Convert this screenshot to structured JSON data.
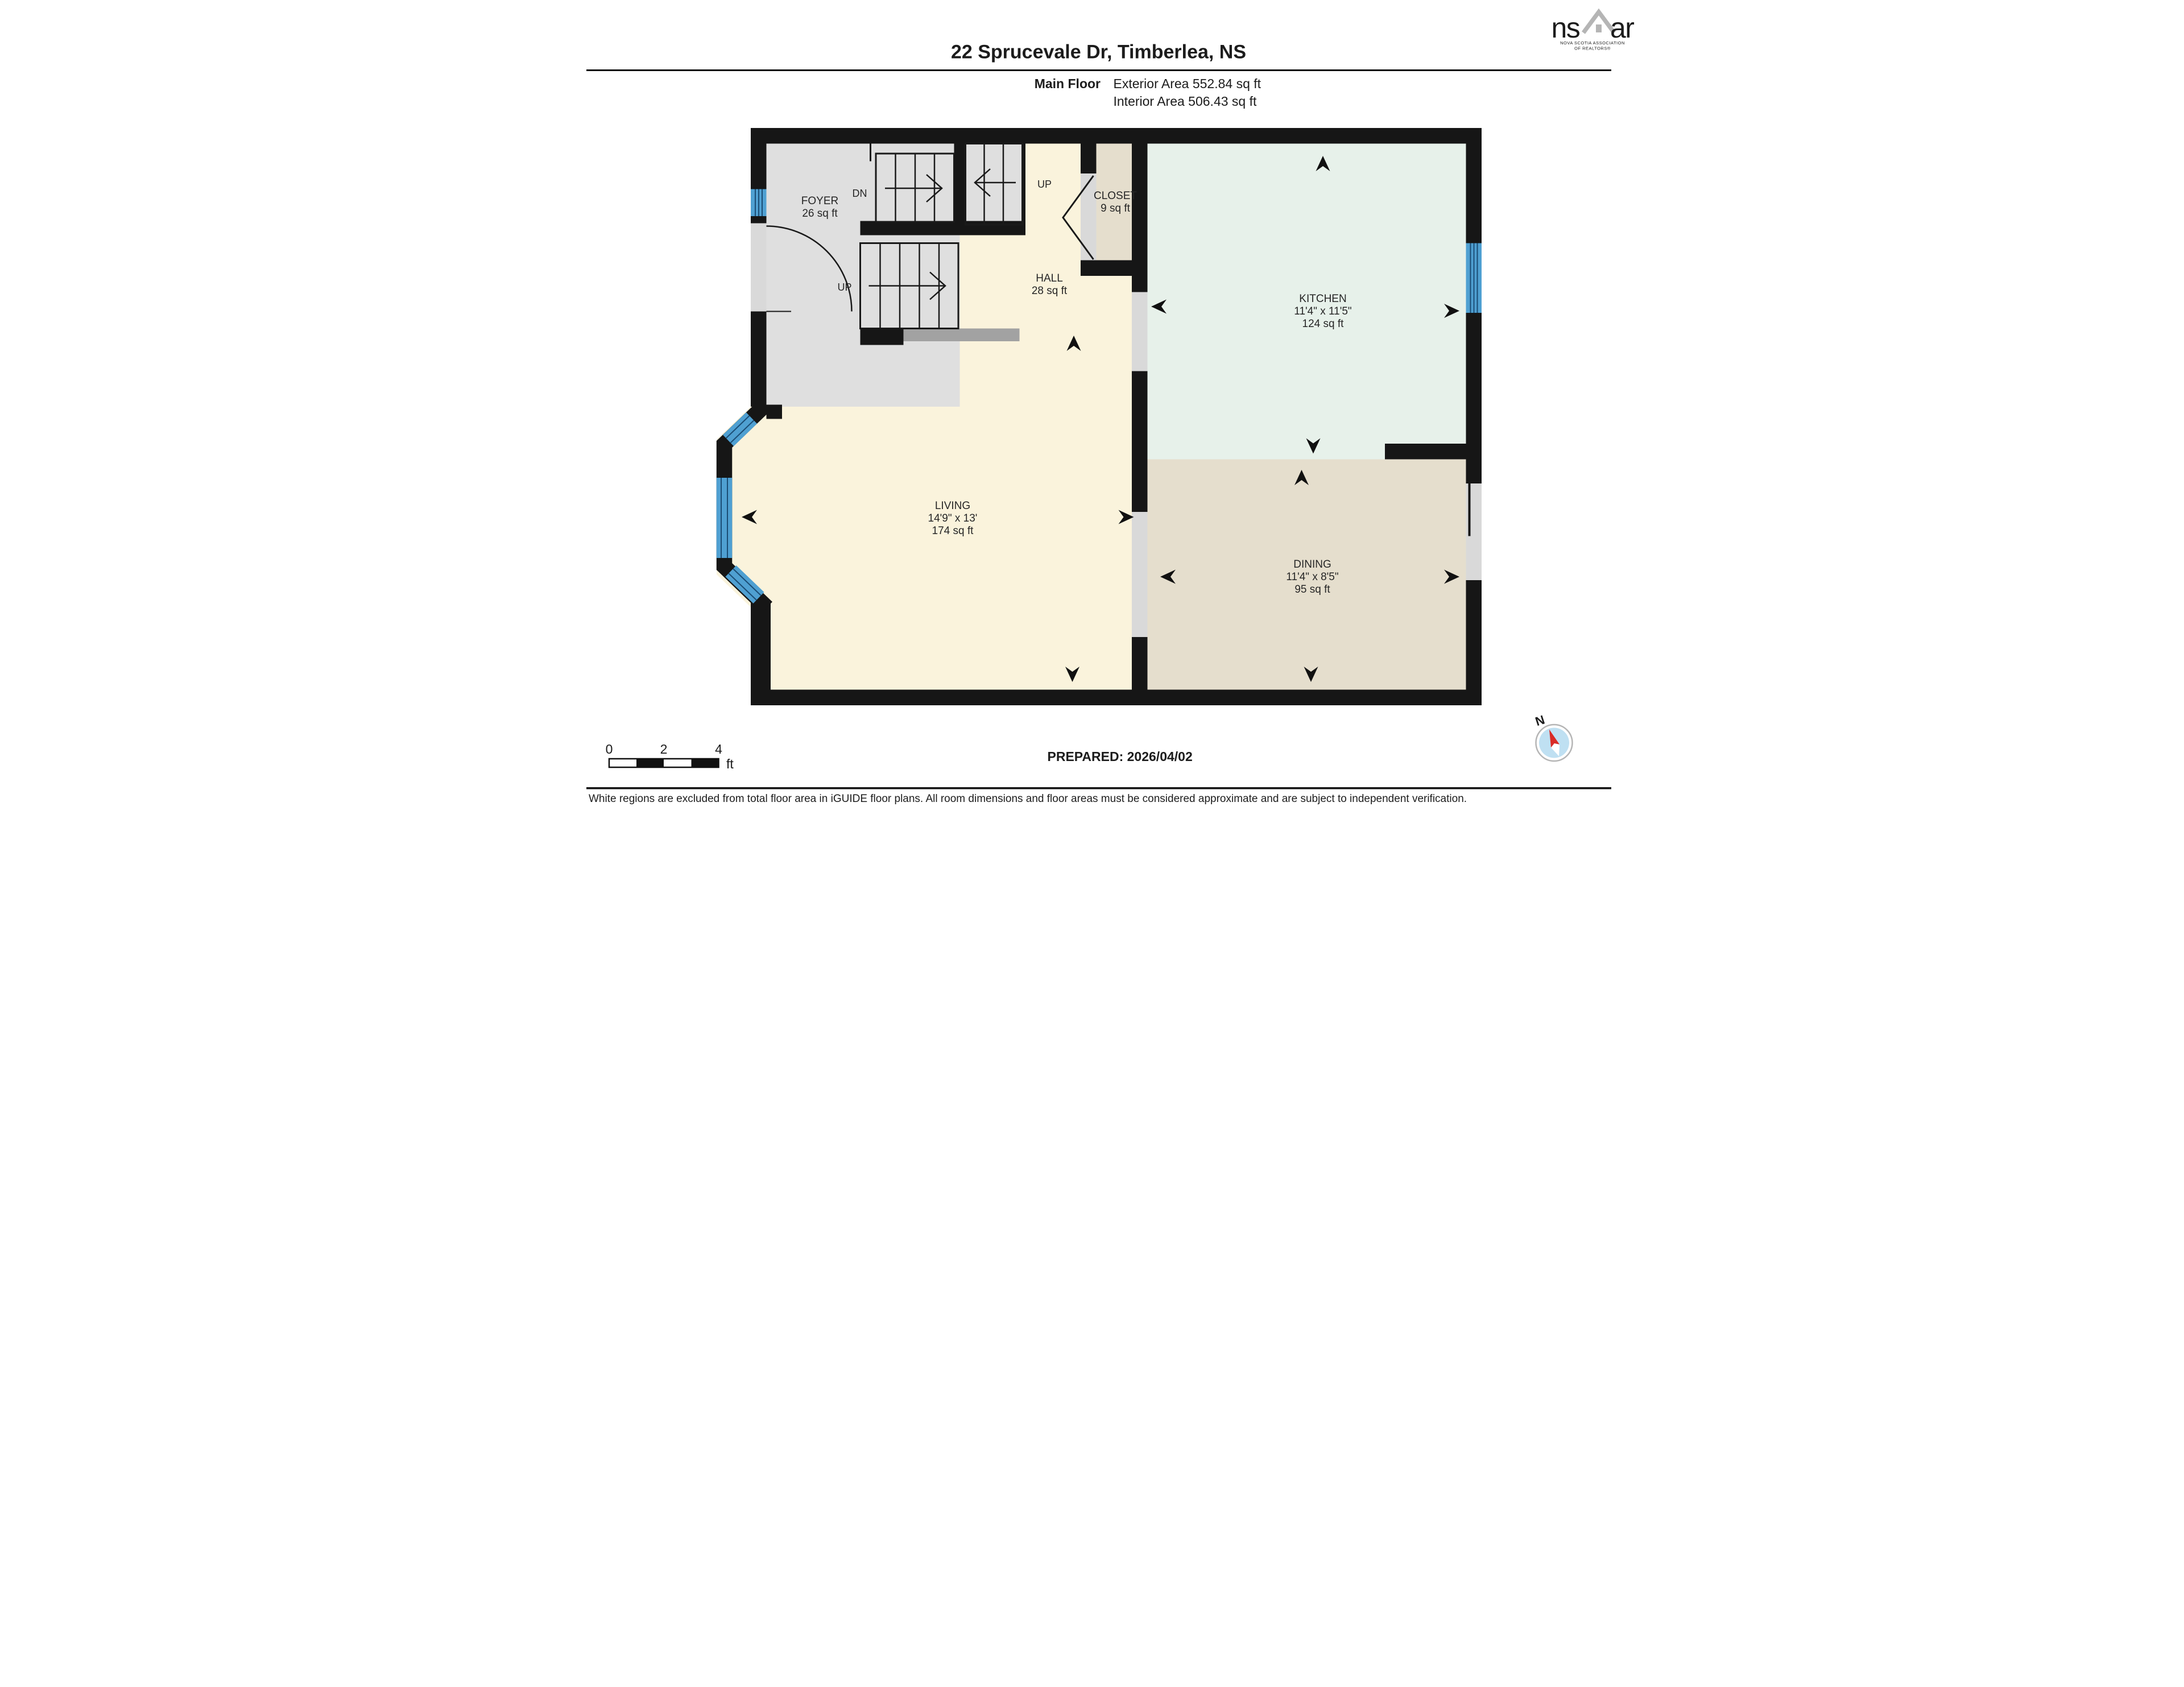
{
  "header": {
    "title": "22 Sprucevale Dr, Timberlea, NS",
    "floor_label": "Main Floor",
    "exterior_area": "Exterior Area 552.84 sq ft",
    "interior_area": "Interior Area 506.43 sq ft"
  },
  "logo": {
    "ns": "ns",
    "ar": "ar",
    "line1": "NOVA SCOTIA ASSOCIATION",
    "line2": "OF REALTORS®"
  },
  "rooms": {
    "foyer": {
      "name": "FOYER",
      "area": "26 sq ft"
    },
    "hall": {
      "name": "HALL",
      "area": "28 sq ft"
    },
    "closet": {
      "name": "CLOSET",
      "area": "9 sq ft"
    },
    "kitchen": {
      "name": "KITCHEN",
      "dims": "11'4\" x 11'5\"",
      "area": "124 sq ft"
    },
    "living": {
      "name": "LIVING",
      "dims": "14'9\" x 13'",
      "area": "174 sq ft"
    },
    "dining": {
      "name": "DINING",
      "dims": "11'4\" x 8'5\"",
      "area": "95 sq ft"
    }
  },
  "stairs": {
    "dn": "DN",
    "up_upper": "UP",
    "up_lower": "UP"
  },
  "scale_bar": {
    "zero": "0",
    "two": "2",
    "four": "4",
    "unit": "ft"
  },
  "compass": {
    "north": "N"
  },
  "footer": {
    "prepared": "PREPARED: 2026/04/02",
    "disclaimer": "White regions are excluded from total floor area in iGUIDE floor plans. All room dimensions and floor areas must be considered approximate and are subject to independent verification."
  },
  "colors": {
    "wall": "#161616",
    "living": "#faf3dc",
    "kitchen": "#e7f1ea",
    "dining": "#e5decd",
    "closet": "#e5decd",
    "foyer": "#dfdfdf",
    "opening": "#d9d9d9",
    "railing": "#a2a2a2",
    "window_blue": "#4fa0d2",
    "window_line": "#1b4d75",
    "compass_fill": "#bfe0f2",
    "compass_needle": "#d92b26",
    "logo_gray": "#b5b5b5"
  }
}
